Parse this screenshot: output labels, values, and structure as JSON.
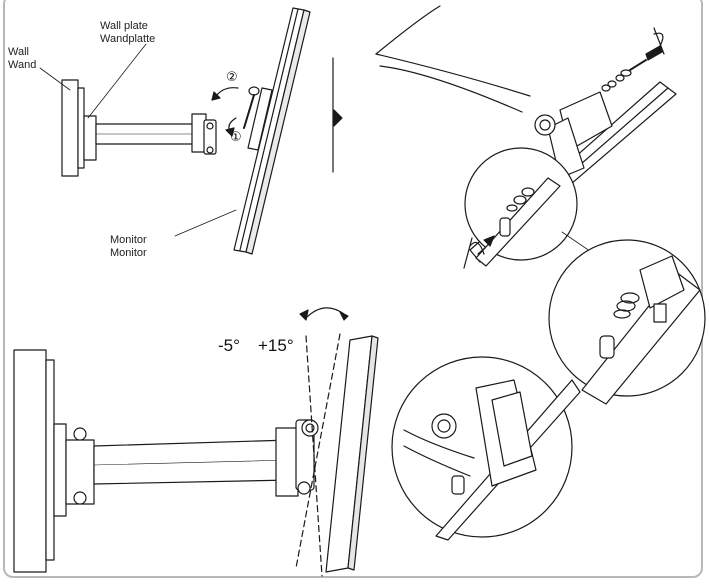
{
  "labels": {
    "wall_en": "Wall",
    "wall_de": "Wand",
    "plate_en": "Wall plate",
    "plate_de": "Wandplatte",
    "monitor_en": "Monitor",
    "monitor_de": "Monitor"
  },
  "steps": {
    "one": "①",
    "two": "②"
  },
  "tilt": {
    "min": "-5°",
    "max": "+15°"
  }
}
